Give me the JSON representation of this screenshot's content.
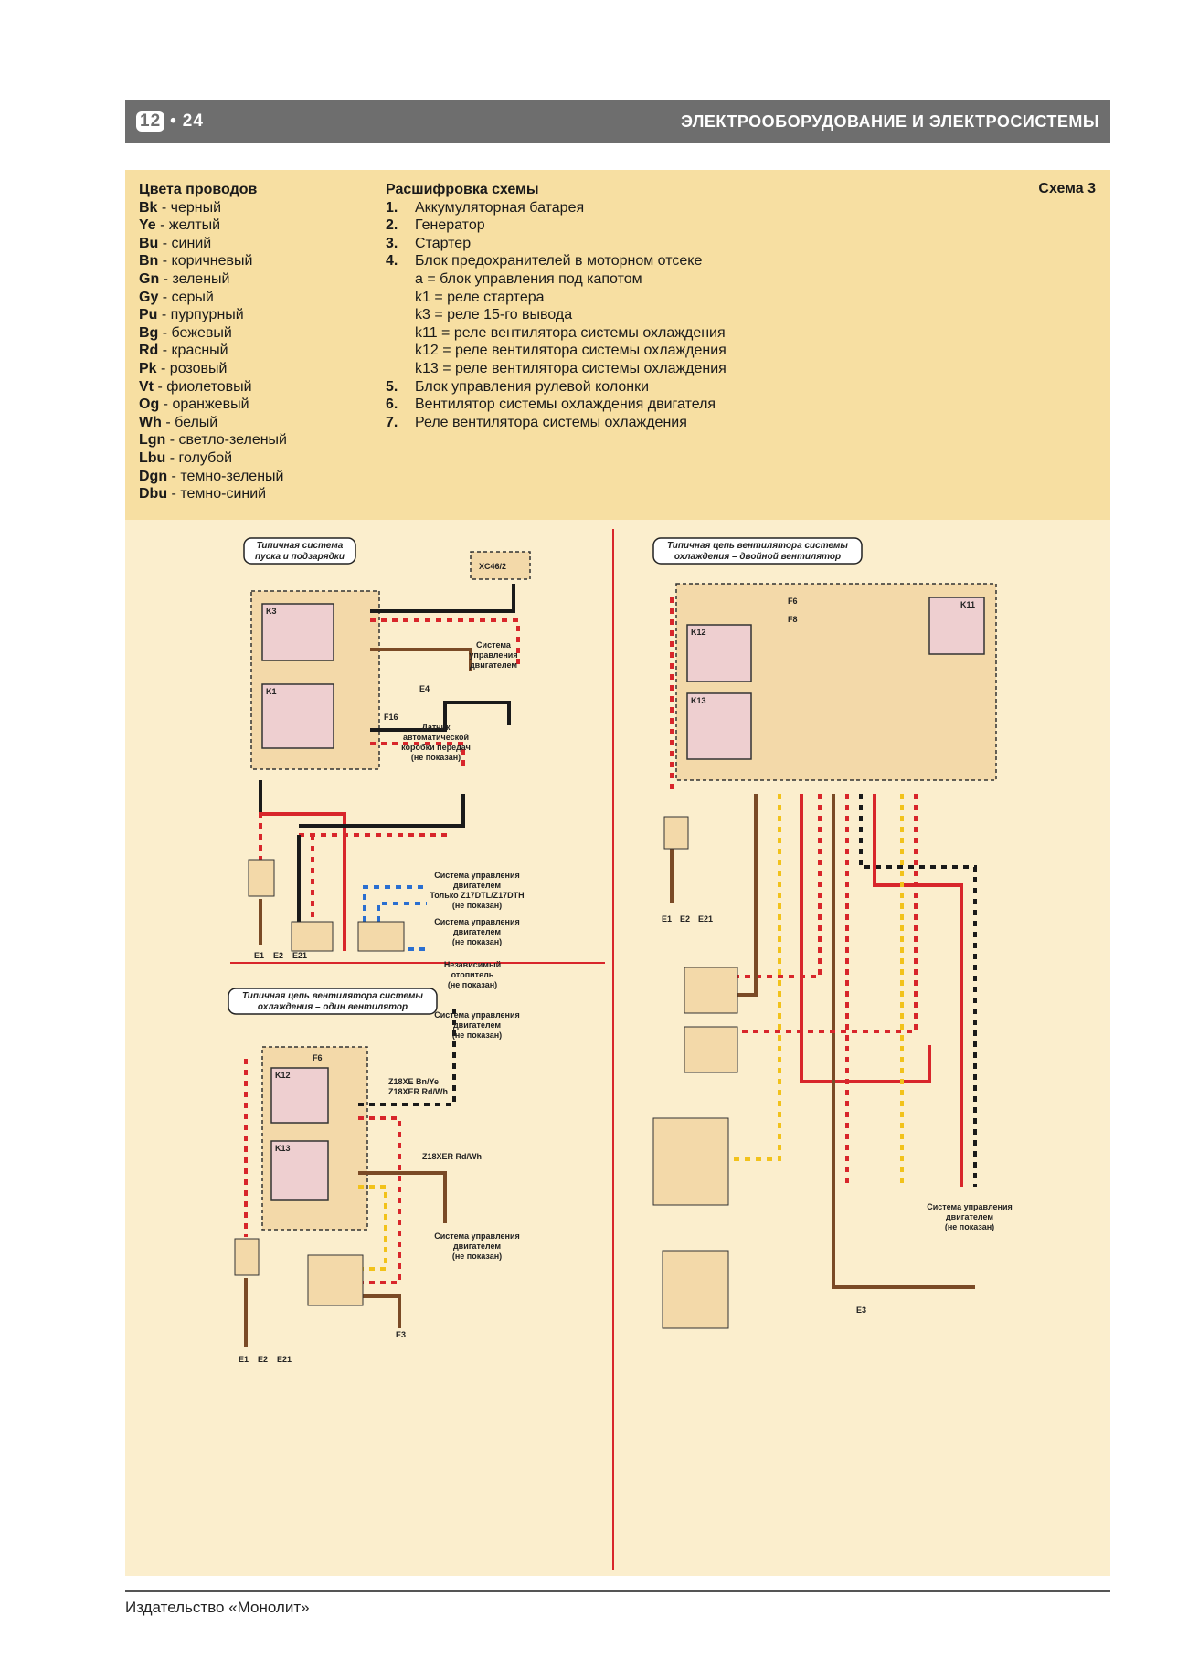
{
  "header": {
    "chapter": "12",
    "page": "24",
    "title": "ЭЛЕКТРООБОРУДОВАНИЕ И ЭЛЕКТРОСИСТЕМЫ"
  },
  "legend": {
    "colors_title": "Цвета проводов",
    "colors": [
      {
        "code": "Bk",
        "name": "черный"
      },
      {
        "code": "Ye",
        "name": "желтый"
      },
      {
        "code": "Bu",
        "name": "синий"
      },
      {
        "code": "Bn",
        "name": "коричневый"
      },
      {
        "code": "Gn",
        "name": "зеленый"
      },
      {
        "code": "Gy",
        "name": "серый"
      },
      {
        "code": "Pu",
        "name": "пурпурный"
      },
      {
        "code": "Bg",
        "name": "бежевый"
      },
      {
        "code": "Rd",
        "name": "красный"
      },
      {
        "code": "Pk",
        "name": "розовый"
      },
      {
        "code": "Vt",
        "name": "фиолетовый"
      },
      {
        "code": "Og",
        "name": "оранжевый"
      },
      {
        "code": "Wh",
        "name": "белый"
      },
      {
        "code": "Lgn",
        "name": "светло-зеленый"
      },
      {
        "code": "Lbu",
        "name": "голубой"
      },
      {
        "code": "Dgn",
        "name": "темно-зеленый"
      },
      {
        "code": "Dbu",
        "name": "темно-синий"
      }
    ],
    "decode_title": "Расшифровка схемы",
    "items": [
      {
        "num": "1.",
        "text": "Аккумуляторная батарея"
      },
      {
        "num": "2.",
        "text": "Генератор"
      },
      {
        "num": "3.",
        "text": "Стартер"
      },
      {
        "num": "4.",
        "text": "Блок предохранителей в моторном отсеке"
      },
      {
        "num": "",
        "text": "а = блок управления под капотом"
      },
      {
        "num": "",
        "text": "k1 = реле стартера"
      },
      {
        "num": "",
        "text": "k3 = реле 15-го вывода"
      },
      {
        "num": "",
        "text": "k11 = реле вентилятора системы охлаждения"
      },
      {
        "num": "",
        "text": "k12 = реле вентилятора системы  охлаждения"
      },
      {
        "num": "",
        "text": "k13 = реле вентилятора системы  охлаждения"
      },
      {
        "num": "5.",
        "text": "Блок управления рулевой колонки"
      },
      {
        "num": "6.",
        "text": "Вентилятор системы охлаждения двигателя"
      },
      {
        "num": "7.",
        "text": "Реле вентилятора системы охлаждения"
      }
    ],
    "scheme": "Схема 3"
  },
  "diagrams": {
    "d1_title_1": "Типичная система",
    "d1_title_2": "пуска и подзарядки",
    "d2_title_1": "Типичная цепь вентилятора системы",
    "d2_title_2": "охлаждения – двойной вентилятор",
    "d3_title_1": "Типичная цепь вентилятора системы",
    "d3_title_2": "охлаждения – один вентилятор",
    "sys_cool": "Система",
    "sys_cool_2": "управления",
    "sys_cool_3": "двигателем",
    "sensor_1": "Датчик",
    "sensor_2": "автоматической",
    "sensor_3": "коробки передач",
    "sensor_4": "(не показан)",
    "eng_1": "Система управления",
    "eng_2": "двигателем",
    "eng_3": "Только Z17DTL/Z17DTH",
    "eng_4": "(не показан)",
    "eng2_1": "Система управления",
    "eng2_2": "двигателем",
    "eng2_3": "(не показан)",
    "heater_1": "Независимый",
    "heater_2": "отопитель",
    "heater_3": "(не показан)",
    "xc": "XC46/2",
    "f16": "F16",
    "f6": "F6",
    "f8": "F8",
    "z18_1": "Z18XE Bn/Ye",
    "z18_2": "Z18XER Rd/Wh",
    "z18xer": "Z18XER Rd/Wh",
    "e1": "E1",
    "e2": "E2",
    "e21": "E21",
    "e3": "E3",
    "e4": "E4"
  },
  "footer": {
    "publisher": "Издательство «Монолит»"
  },
  "palette": {
    "red": "#d8262b",
    "black": "#1a1a1a",
    "brown": "#7a4a26",
    "yellow": "#f2c21a",
    "blue": "#2a6fd1",
    "box": "#f3d9a9",
    "relay": "#eecfd0"
  }
}
